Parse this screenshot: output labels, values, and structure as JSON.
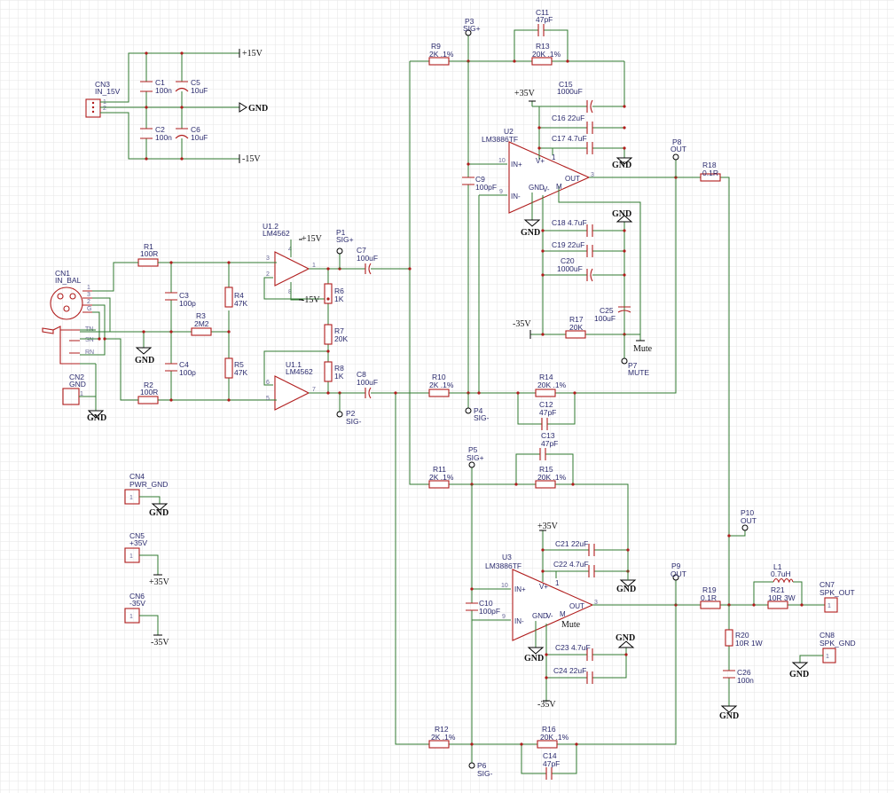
{
  "power": {
    "cn3_ref": "CN3",
    "cn3_val": "IN_15V",
    "c1_ref": "C1",
    "c1_val": "100n",
    "c2_ref": "C2",
    "c2_val": "100n",
    "c5_ref": "C5",
    "c5_val": "10uF",
    "c6_ref": "C6",
    "c6_val": "10uF",
    "pos15": "+15V",
    "neg15": "-15V",
    "gnd": "GND"
  },
  "input": {
    "cn1_ref": "CN1",
    "cn1_val": "IN_BAL",
    "cn2_ref": "CN2",
    "cn2_val": "GND",
    "r1_ref": "R1",
    "r1_val": "100R",
    "r2_ref": "R2",
    "r2_val": "100R",
    "r3_ref": "R3",
    "r3_val": "2M2",
    "r4_ref": "R4",
    "r4_val": "47K",
    "r5_ref": "R5",
    "r5_val": "47K",
    "c3_ref": "C3",
    "c3_val": "100p",
    "c4_ref": "C4",
    "c4_val": "100p",
    "u12_ref": "U1.2",
    "u12_val": "LM4562",
    "u11_ref": "U1.1",
    "u11_val": "LM4562",
    "r6_ref": "R6",
    "r6_val": "1K",
    "r7_ref": "R7",
    "r7_val": "20K",
    "r8_ref": "R8",
    "r8_val": "1K",
    "c7_ref": "C7",
    "c7_val": "100uF",
    "c8_ref": "C8",
    "c8_val": "100uF",
    "p1_ref": "P1",
    "p1_val": "SIG+",
    "p2_ref": "P2",
    "p2_val": "SIG-",
    "pos15": "+15V",
    "neg15": "-15V"
  },
  "amp_top": {
    "p3_ref": "P3",
    "p3_val": "SIG+",
    "p4_ref": "P4",
    "p4_val": "SIG-",
    "c11_ref": "C11",
    "c11_val": "47pF",
    "r9_ref": "R9",
    "r9_val": "2K .1%",
    "r13_ref": "R13",
    "r13_val": "20K .1%",
    "c15_ref": "C15",
    "c15_val": "1000uF",
    "c16_ref": "C16 22uF",
    "c17_ref": "C17 4.7uF",
    "u2_ref": "U2",
    "u2_val": "LM3886TF",
    "c9_ref": "C9",
    "c9_val": "100pF",
    "c18_ref": "C18 4.7uF",
    "c19_ref": "C19 22uF",
    "c20_ref": "C20",
    "c20_val": "1000uF",
    "c25_ref": "C25",
    "c25_val": "100uF",
    "r17_ref": "R17",
    "r17_val": "20K",
    "p7_ref": "P7",
    "p7_val": "MUTE",
    "mute": "Mute",
    "p8_ref": "P8",
    "p8_val": "OUT",
    "r18_ref": "R18",
    "r18_val": "0.1R",
    "r10_ref": "R10",
    "r10_val": "2K .1%",
    "r14_ref": "R14",
    "r14_val": "20K .1%",
    "c12_ref": "C12",
    "c12_val": "47pF",
    "pos35": "+35V",
    "neg35": "-35V"
  },
  "amp_bot": {
    "p5_ref": "P5",
    "p5_val": "SIG+",
    "p6_ref": "P6",
    "p6_val": "SIG-",
    "c13_ref": "C13",
    "c13_val": "47pF",
    "r11_ref": "R11",
    "r11_val": "2K .1%",
    "r15_ref": "R15",
    "r15_val": "20K .1%",
    "c21_ref": "C21 22uF",
    "c22_ref": "C22 4.7uF",
    "u3_ref": "U3",
    "u3_val": "LM3886TF",
    "c10_ref": "C10",
    "c10_val": "100pF",
    "c23_ref": "C23 4.7uF",
    "c24_ref": "C24 22uF",
    "mute": "Mute",
    "p9_ref": "P9",
    "p9_val": "OUT",
    "r19_ref": "R19",
    "r19_val": "0.1R",
    "r12_ref": "R12",
    "r12_val": "2K .1%",
    "r16_ref": "R16",
    "r16_val": "20K .1%",
    "c14_ref": "C14",
    "c14_val": "47pF",
    "pos35": "+35V",
    "neg35": "-35V"
  },
  "output": {
    "p10_ref": "P10",
    "p10_val": "OUT",
    "l1_ref": "L1",
    "l1_val": "0.7uH",
    "r21_ref": "R21",
    "r21_val": "10R 3W",
    "r20_ref": "R20",
    "r20_val": "10R 1W",
    "c26_ref": "C26",
    "c26_val": "100n",
    "cn7_ref": "CN7",
    "cn7_val": "SPK_OUT",
    "cn8_ref": "CN8",
    "cn8_val": "SPK_GND"
  },
  "connectors": {
    "cn4_ref": "CN4",
    "cn4_val": "PWR_GND",
    "cn5_ref": "CN5",
    "cn5_val": "+35V",
    "cn6_ref": "CN6",
    "cn6_val": "-35V",
    "pos35": "+35V",
    "neg35": "-35V"
  },
  "gnd": "GND",
  "pins": {
    "one": "1",
    "two": "2",
    "three": "3",
    "four": "4",
    "five": "5",
    "six": "6",
    "seven": "7",
    "eight": "8",
    "nine": "9",
    "ten": "10",
    "g": "G",
    "tn": "TN",
    "sn": "SN",
    "rn": "RN"
  },
  "ic_pins": {
    "inp": "IN+",
    "inn": "IN-",
    "vp": "V+",
    "vm": "V-",
    "out": "OUT",
    "gnd": "GND",
    "m": "M"
  }
}
